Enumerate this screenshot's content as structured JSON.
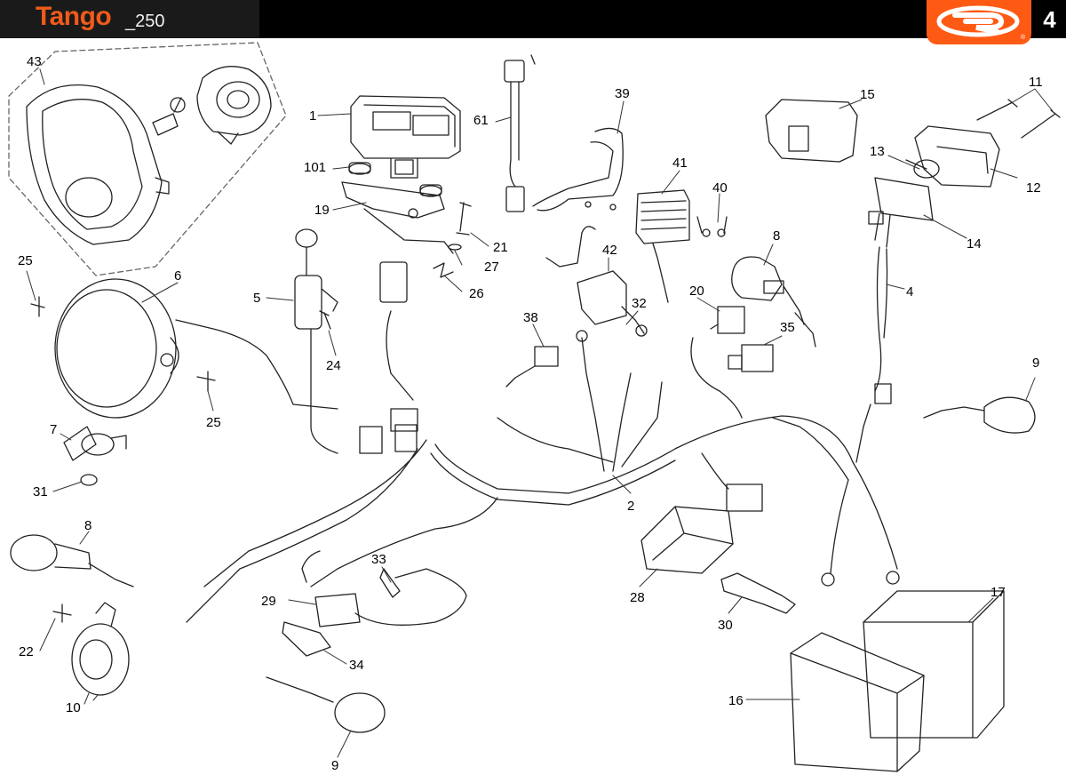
{
  "header": {
    "model": "Tango",
    "variant": "_250",
    "page_number": "4",
    "brand_logo": "rieju-logo"
  },
  "callouts": [
    "43",
    "1",
    "101",
    "19",
    "61",
    "39",
    "41",
    "40",
    "15",
    "11",
    "13",
    "12",
    "14",
    "21",
    "27",
    "26",
    "25",
    "6",
    "5",
    "24",
    "8",
    "20",
    "42",
    "32",
    "38",
    "35",
    "4",
    "9",
    "7",
    "31",
    "2",
    "33",
    "29",
    "22",
    "34",
    "10",
    "28",
    "30",
    "17",
    "16"
  ]
}
